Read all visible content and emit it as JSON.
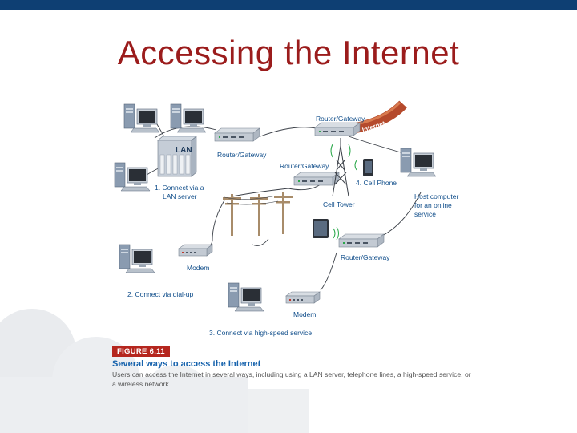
{
  "slide": {
    "title": "Accessing the Internet",
    "colors": {
      "topbar": "#0e3f73",
      "title": "#9b1c1c",
      "label": "#0f4d8a",
      "badge": "#b5261e",
      "internet_arc": "#b54a2c"
    }
  },
  "diagram": {
    "labels": {
      "lan": "LAN",
      "router1": "Router/Gateway",
      "router_top": "Router/Gateway",
      "router_mid": "Router/Gateway",
      "router_lower": "Router/Gateway",
      "internet": "Internet",
      "connect_lan_1": "1. Connect via a",
      "connect_lan_2": "LAN server",
      "cell_phone": "4. Cell Phone",
      "cell_tower": "Cell Tower",
      "host_1": "Host computer",
      "host_2": "for an online",
      "host_3": "service",
      "modem_1": "Modem",
      "dialup": "2. Connect via dial-up",
      "modem_2": "Modem",
      "highspeed": "3. Connect via high-speed service"
    },
    "icons": [
      "desktop-computer-icon",
      "server-icon",
      "router-icon",
      "modem-icon",
      "cell-tower-icon",
      "phone-icon",
      "tablet-icon",
      "telephone-pole-icon",
      "wireless-signal-icon"
    ]
  },
  "figure": {
    "badge_label": "FIGURE",
    "badge_number": "6.11",
    "heading": "Several ways to access the Internet",
    "caption": "Users can access the Internet in several ways, including using a LAN server, telephone lines, a high-speed service, or a wireless network."
  }
}
